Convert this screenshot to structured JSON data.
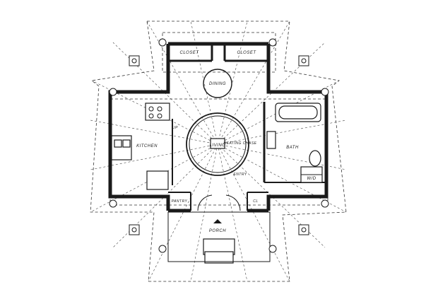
{
  "labels": {
    "closet_left": "CLOSET",
    "closet_right": "CLOSET",
    "dining": "DINING",
    "kitchen": "KITCHEN",
    "living": "LIVING",
    "heater_chase": "HEATING CHASE",
    "bath": "BATH",
    "wd": "W/D",
    "pantry": "PANTRY",
    "cl": "CL",
    "porch": "PORCH",
    "entry": "ENTRY",
    "up": "UP"
  }
}
